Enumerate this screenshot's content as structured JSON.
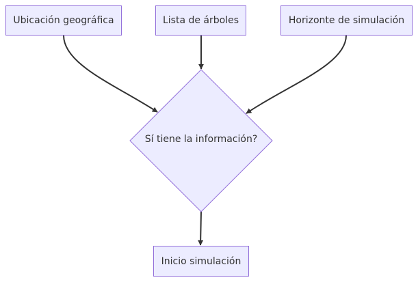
{
  "flowchart": {
    "inputs": [
      {
        "label": "Ubicación geográfica"
      },
      {
        "label": "Lista de árboles"
      },
      {
        "label": "Horizonte de simulación"
      }
    ],
    "decision": {
      "label": "Sí tiene la información?"
    },
    "output": {
      "label": "Inicio simulación"
    }
  },
  "colors": {
    "node_fill": "#ececff",
    "node_stroke": "#9370db",
    "edge": "#333333",
    "text": "#333333"
  }
}
